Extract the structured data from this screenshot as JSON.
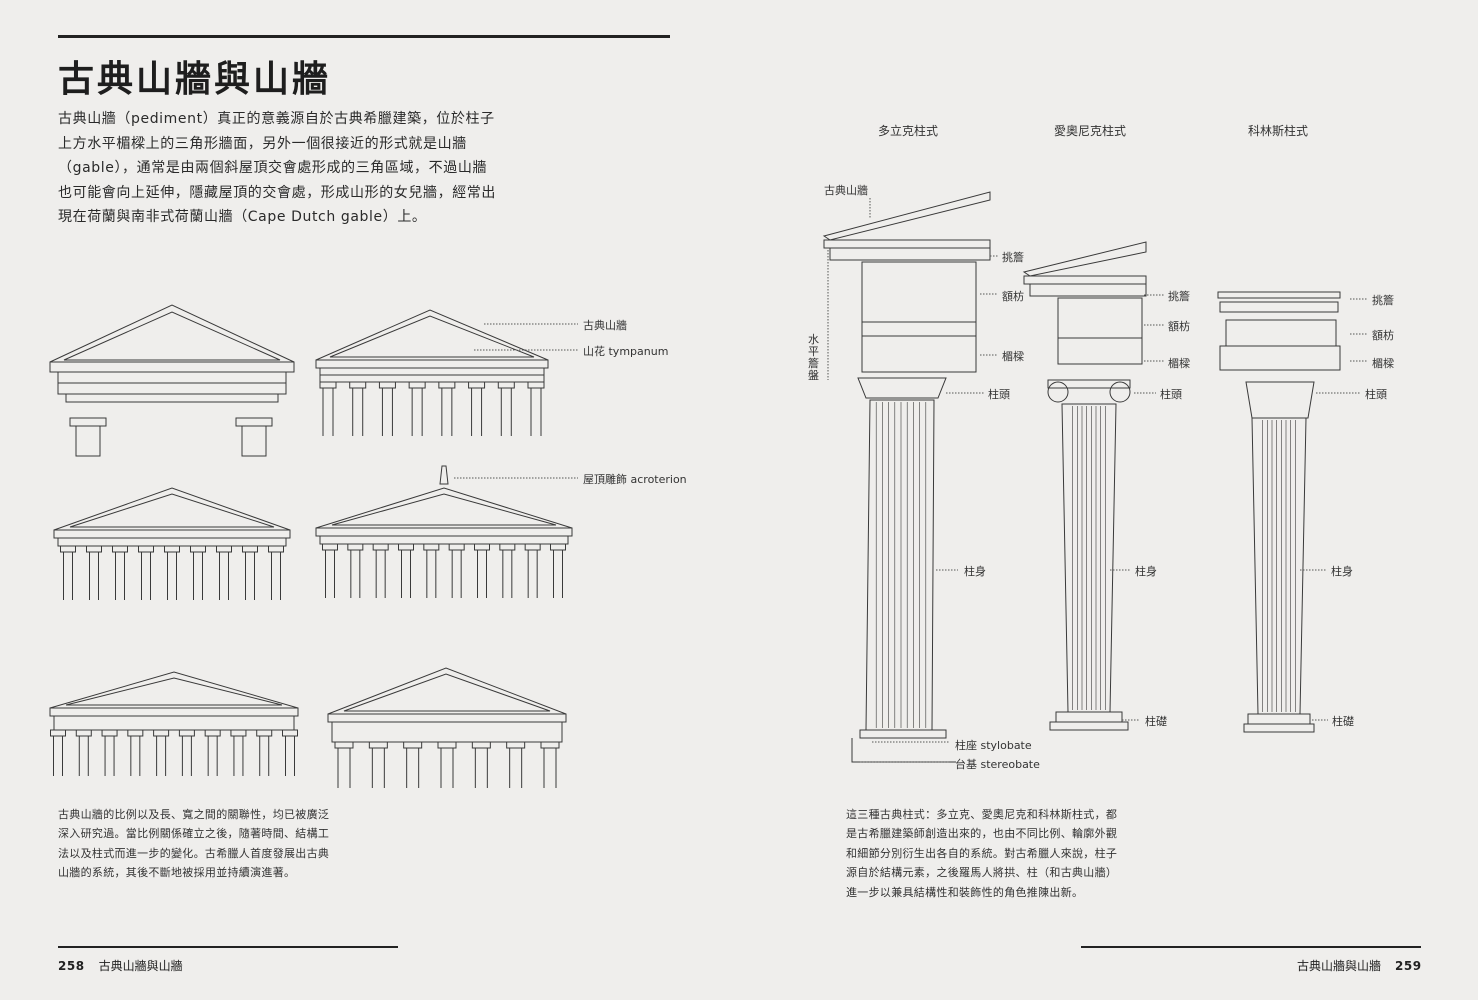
{
  "left_page": {
    "title": "古典山牆與山牆",
    "intro": "古典山牆（pediment）真正的意義源自於古典希臘建築，位於柱子上方水平楣樑上的三角形牆面，另外一個很接近的形式就是山牆（gable），通常是由兩個斜屋頂交會處形成的三角區域，不過山牆也可能會向上延伸，隱藏屋頂的交會處，形成山形的女兒牆，經常出現在荷蘭與南非式荷蘭山牆（Cape Dutch gable）上。",
    "labels": {
      "pediment": "古典山牆",
      "tympanum": "山花 tympanum",
      "acroterion": "屋頂雕飾 acroterion"
    },
    "caption": "古典山牆的比例以及長、寬之間的關聯性，均已被廣泛深入研究過。當比例關係確立之後，隨著時間、結構工法以及柱式而進一步的變化。古希臘人首度發展出古典山牆的系統，其後不斷地被採用並持續演進著。",
    "page_number": "258",
    "running_title": "古典山牆與山牆"
  },
  "right_page": {
    "orders": [
      "多立克柱式",
      "愛奧尼克柱式",
      "科林斯柱式"
    ],
    "doric_labels": {
      "pediment": "古典山牆",
      "entablature": "水平簷盤",
      "cornice": "挑簷",
      "frieze": "額枋",
      "architrave": "楣樑",
      "capital": "柱頭",
      "shaft": "柱身",
      "stylobate": "柱座 stylobate",
      "stereobate": "台基 stereobate"
    },
    "ionic_labels": {
      "cornice": "挑簷",
      "frieze": "額枋",
      "architrave": "楣樑",
      "capital": "柱頭",
      "shaft": "柱身",
      "base": "柱礎"
    },
    "corinthian_labels": {
      "cornice": "挑簷",
      "frieze": "額枋",
      "architrave": "楣樑",
      "capital": "柱頭",
      "shaft": "柱身",
      "base": "柱礎"
    },
    "caption": "這三種古典柱式：多立克、愛奧尼克和科林斯柱式，都是古希臘建築師創造出來的，也由不同比例、輪廓外觀和細節分別衍生出各自的系統。對古希臘人來說，柱子源自於結構元素，之後羅馬人將拱、柱（和古典山牆）進一步以兼具結構性和裝飾性的角色推陳出新。",
    "page_number": "259",
    "running_title": "古典山牆與山牆"
  }
}
